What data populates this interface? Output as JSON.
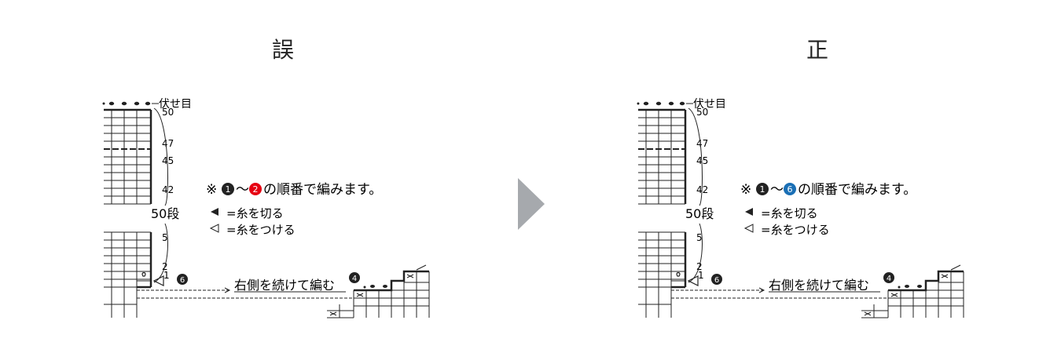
{
  "panels": [
    {
      "heading": "誤",
      "note_prefix": "※",
      "note_suffix": "の順番で編みます。",
      "note_start_mark": "1",
      "note_end_mark": "2",
      "note_end_color": "#e60012",
      "legend_cut": "=糸を切る",
      "legend_attach": "=糸をつける",
      "bind_off_label": "伏せ目",
      "row_labels": [
        "50",
        "47",
        "45",
        "42",
        "5",
        "2",
        "1"
      ],
      "total_rows_label": "50段",
      "continue_label": "右側を続けて編む",
      "step_mark_a": "6",
      "step_mark_b": "4"
    },
    {
      "heading": "正",
      "note_prefix": "※",
      "note_suffix": "の順番で編みます。",
      "note_start_mark": "1",
      "note_end_mark": "6",
      "note_end_color": "#1a6fb5",
      "legend_cut": "=糸を切る",
      "legend_attach": "=糸をつける",
      "bind_off_label": "伏せ目",
      "row_labels": [
        "50",
        "47",
        "45",
        "42",
        "5",
        "2",
        "1"
      ],
      "total_rows_label": "50段",
      "continue_label": "右側を続けて編む",
      "step_mark_a": "6",
      "step_mark_b": "4"
    }
  ],
  "colors": {
    "ink": "#222222",
    "arrow": "#a6a9ad"
  }
}
